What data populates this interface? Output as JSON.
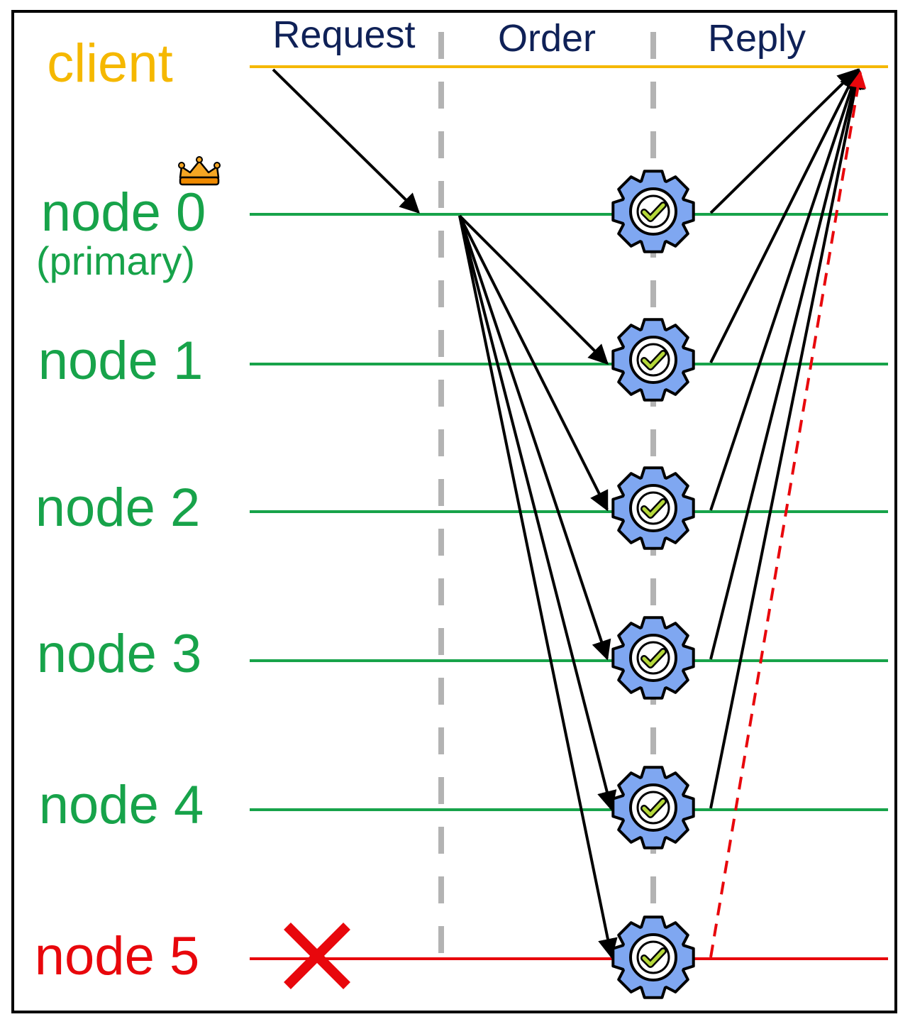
{
  "phases": [
    {
      "label": "Request"
    },
    {
      "label": "Order"
    },
    {
      "label": "Reply"
    }
  ],
  "client": {
    "label": "client"
  },
  "nodes": [
    {
      "label": "node 0",
      "sublabel": "(primary)",
      "status": "primary"
    },
    {
      "label": "node 1",
      "status": "ok"
    },
    {
      "label": "node 2",
      "status": "ok"
    },
    {
      "label": "node 3",
      "status": "ok"
    },
    {
      "label": "node 4",
      "status": "ok"
    },
    {
      "label": "node 5",
      "status": "faulty"
    }
  ],
  "icons": {
    "primary_marker": "crown-icon",
    "execute": "gear-check-icon",
    "fault": "cross-icon"
  },
  "colors": {
    "client": "#f5b800",
    "node": "#17a34a",
    "faulty": "#e8070c",
    "phase_label": "#0f2157",
    "divider": "#b3b3b3",
    "arrow": "#000000",
    "gear_fill": "#7fa7f1",
    "check": "#b5d83a"
  }
}
